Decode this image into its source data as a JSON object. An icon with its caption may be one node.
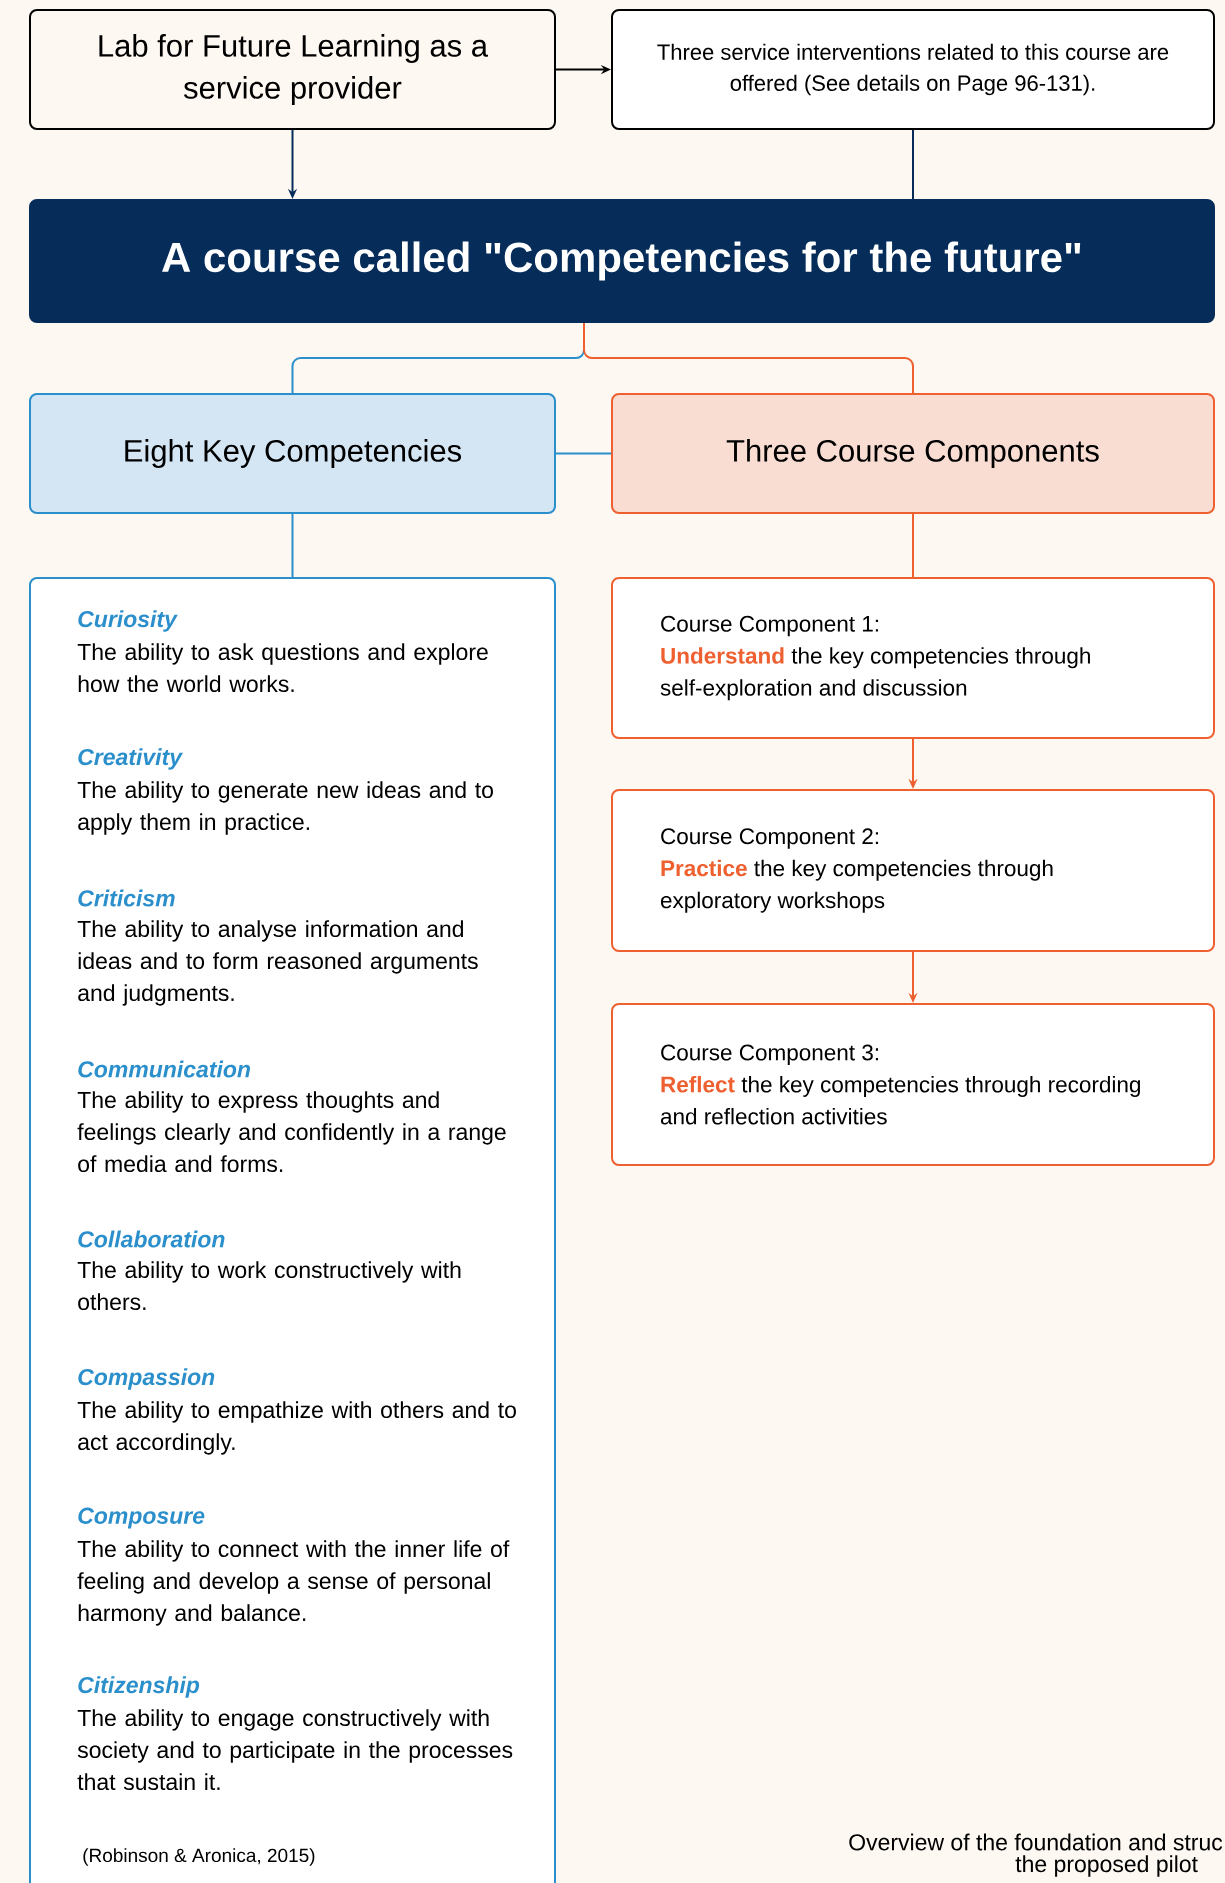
{
  "diagram": {
    "nodes": [
      {
        "text": [
          "Lab for Future Learning as a service provider"
        ]
      },
      {
        "text": [
          "Three service interventions related to this course are offered (See details on Page 96-131)."
        ]
      },
      {
        "text": [
          "A course called \"Competencies for the future\""
        ]
      },
      {
        "text": [
          "Eight Key Competencies"
        ]
      },
      {
        "text": [
          "Three Course Components"
        ]
      },
      {
        "text": [
          "Curiosity",
          "The ability to ask questions and explore how the world works.",
          "Creativity",
          "The ability to generate new ideas and to apply them in practice.",
          "Criticism",
          "The ability to analyse information and ideas and to form reasoned arguments and judgments.",
          "Communication",
          "The ability to express thoughts and feelings clearly and confidently in a range of media and forms.",
          "Collaboration",
          "The ability to work constructively with others.",
          "Compassion",
          "The ability to empathize with others and to act accordingly.",
          "Composure",
          "The ability to connect with the inner life of feeling and develop a sense of personal harmony and balance.",
          "Citizenship",
          "The ability to engage constructively with society and to participate in the processes that sustain it.",
          "(Robinson & Aronica, 2015)"
        ]
      },
      {
        "text": [
          "Course Component 1:",
          "Understand",
          "the key competencies through self-exploration and discussion"
        ]
      },
      {
        "text": [
          "Course Component 2:",
          "Practice",
          "the key competencies through exploratory workshops"
        ]
      },
      {
        "text": [
          "Course Component 3:",
          "Reflect",
          "the key competencies through recording and reflection activities"
        ]
      }
    ],
    "edges": [
      {
        "from": 0,
        "to": 1,
        "arrow": "to",
        "color": "#000000"
      },
      {
        "from": 0,
        "to": 2,
        "arrow": "to",
        "color": "#062d5a"
      },
      {
        "from": 1,
        "to": 2,
        "arrow": "none",
        "color": "#062d5a"
      },
      {
        "from": 2,
        "to": 3,
        "arrow": "none",
        "color": "#2b8fcc"
      },
      {
        "from": 2,
        "to": 4,
        "arrow": "none",
        "color": "#ee6030"
      },
      {
        "from": 3,
        "to": 4,
        "arrow": "none",
        "color": "#2b8fcc"
      },
      {
        "from": 3,
        "to": 5,
        "arrow": "none",
        "color": "#2b8fcc"
      },
      {
        "from": 4,
        "to": 6,
        "arrow": "none",
        "color": "#ee6030"
      },
      {
        "from": 6,
        "to": 7,
        "arrow": "to",
        "color": "#ee6030"
      },
      {
        "from": 7,
        "to": 8,
        "arrow": "to",
        "color": "#ee6030"
      }
    ],
    "labels": [
      "Overview of the foundation and struc",
      "the proposed pilot"
    ]
  }
}
